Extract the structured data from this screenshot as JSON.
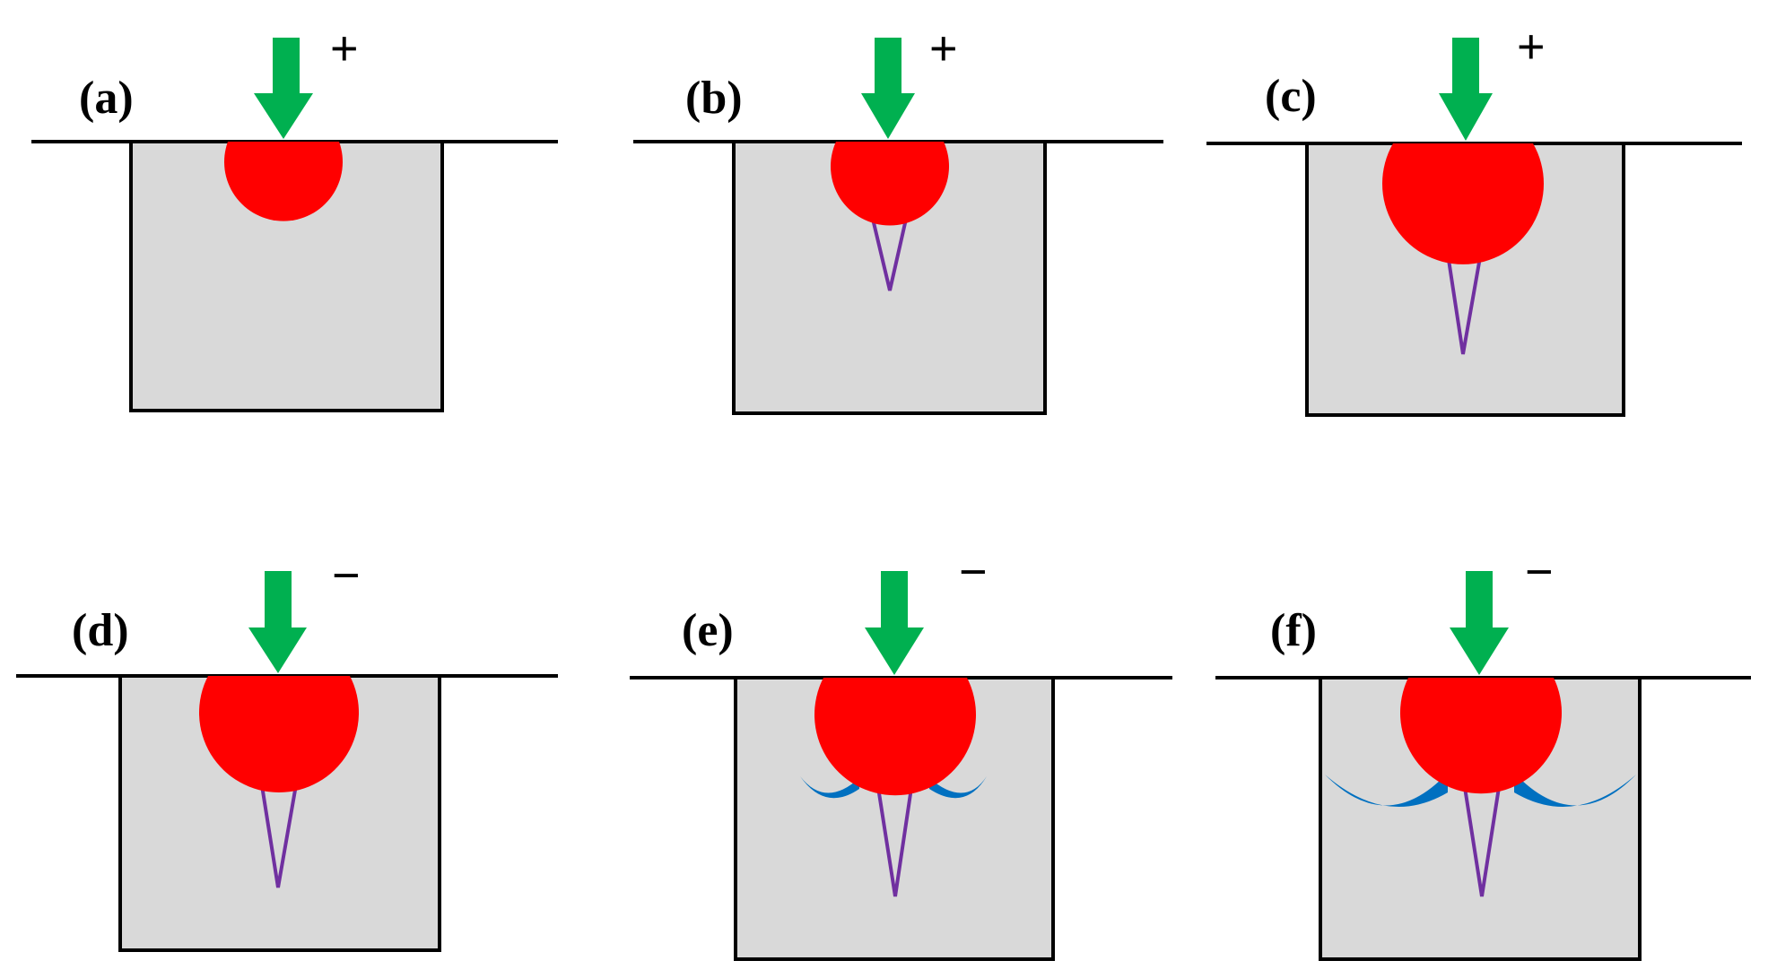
{
  "figure": {
    "colors": {
      "surface_line": "#000000",
      "block_fill": "#d9d9d9",
      "block_stroke": "#000000",
      "particle": "#ff0000",
      "arrow": "#00b050",
      "crack": "#7030a0",
      "lateral_crack": "#0070c0"
    },
    "panels": [
      {
        "id": "a",
        "label": "(a)",
        "sign": "+",
        "cone_crack": false,
        "lateral_cracks": false
      },
      {
        "id": "b",
        "label": "(b)",
        "sign": "+",
        "cone_crack": true,
        "lateral_cracks": false
      },
      {
        "id": "c",
        "label": "(c)",
        "sign": "+",
        "cone_crack": true,
        "lateral_cracks": false
      },
      {
        "id": "d",
        "label": "(d)",
        "sign": "−",
        "cone_crack": true,
        "lateral_cracks": false
      },
      {
        "id": "e",
        "label": "(e)",
        "sign": "−",
        "cone_crack": true,
        "lateral_cracks": true
      },
      {
        "id": "f",
        "label": "(f)",
        "sign": "−",
        "cone_crack": true,
        "lateral_cracks": true
      }
    ]
  }
}
